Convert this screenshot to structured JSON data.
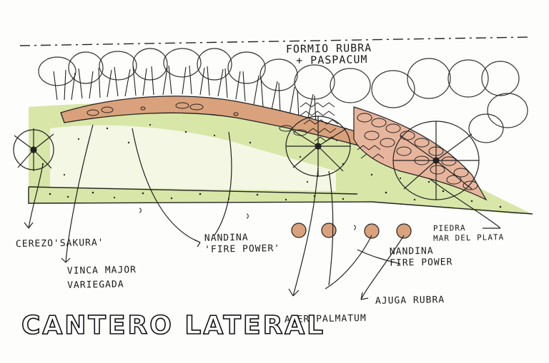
{
  "title": "CANTERO LATERAL",
  "labels": {
    "formio": [
      "FORMIO RUBRA",
      "+ PASPACUM"
    ],
    "cerezo": "CEREZO'SAKURA'",
    "vinca": [
      "VINCA MAJOR",
      "VARIEGADA"
    ],
    "nandina1": [
      "NANDINA",
      "'FIRE POWER'"
    ],
    "nandina2": [
      "NANDINA",
      "FIRE POWER"
    ],
    "piedra": [
      "PIEDRA",
      "MAR DEL PLATA"
    ],
    "ajuga": "AJUGA RUBRA",
    "acer": "ACER PALMATUM"
  },
  "colors": {
    "bed": "#d8e6a8",
    "bed_light": "#eef4d0",
    "path": "#d9a27c",
    "stone": "#e7b59c",
    "ink": "#1a1a1a"
  }
}
